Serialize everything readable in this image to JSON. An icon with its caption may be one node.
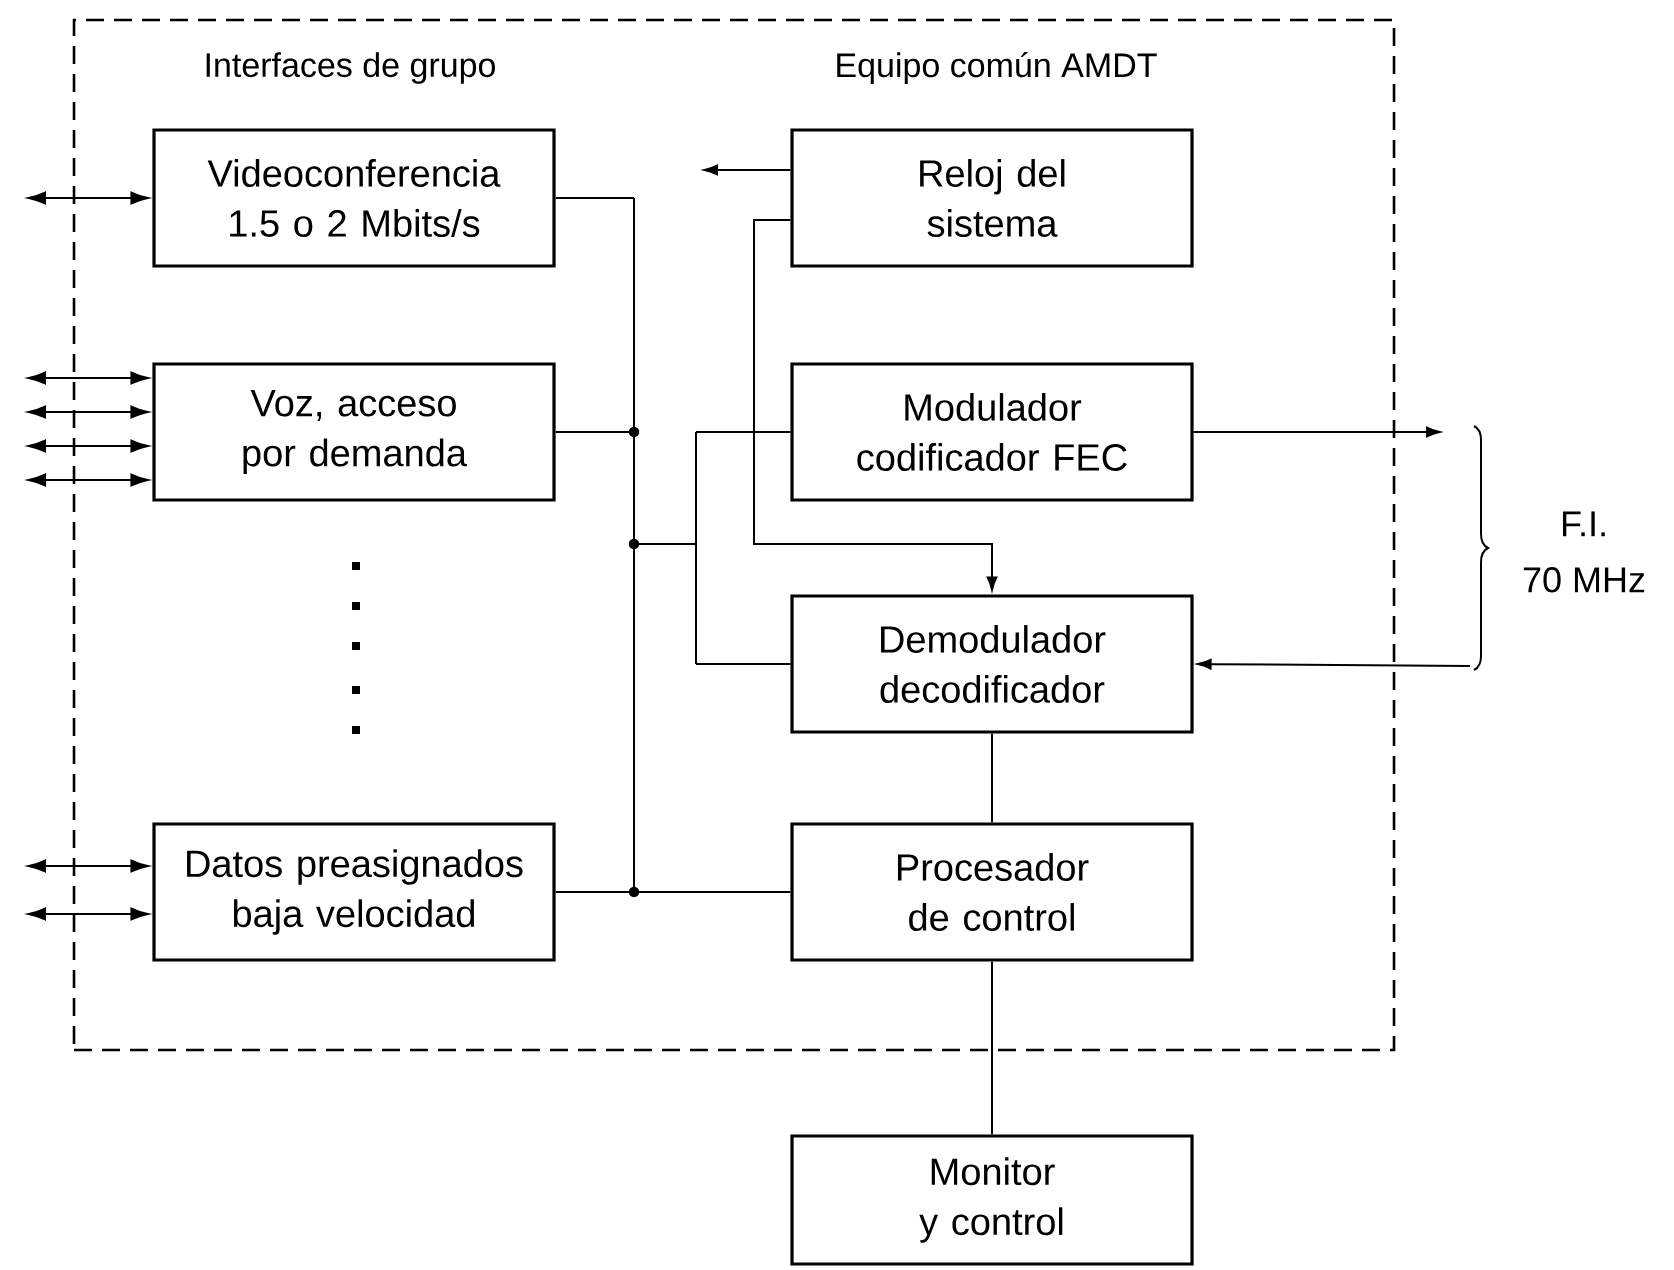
{
  "diagram": {
    "nodes": [
      {
        "text": [
          "Interfaces de grupo",
          "Equipo común AMDT"
        ]
      },
      {
        "text": [
          "Videoconferencia 1.5 o 2 Mbits/s"
        ],
        "in": 0
      },
      {
        "text": [
          "Voz, acceso por demanda"
        ],
        "in": 0
      },
      {
        "text": [
          "Datos preasignados baja velocidad"
        ],
        "in": 0
      },
      {
        "text": [
          "Reloj del sistema"
        ],
        "in": 0
      },
      {
        "text": [
          "Modulador codificador FEC"
        ],
        "in": 0
      },
      {
        "text": [
          "Demodulador decodificador"
        ],
        "in": 0
      },
      {
        "text": [
          "Procesador de control"
        ],
        "in": 0
      },
      {
        "text": [
          "Monitor y control"
        ]
      }
    ],
    "edges": [
      {
        "from": null,
        "to": 1,
        "arrow": "both"
      },
      {
        "from": null,
        "to": 2,
        "arrow": "both"
      },
      {
        "from": null,
        "to": 2,
        "arrow": "both"
      },
      {
        "from": null,
        "to": 2,
        "arrow": "both"
      },
      {
        "from": null,
        "to": 2,
        "arrow": "both"
      },
      {
        "from": null,
        "to": 3,
        "arrow": "both"
      },
      {
        "from": null,
        "to": 3,
        "arrow": "both"
      },
      {
        "from": 1,
        "to": 5,
        "arrow": "none"
      },
      {
        "from": 1,
        "to": 6,
        "arrow": "none"
      },
      {
        "from": 1,
        "to": 7,
        "arrow": "none"
      },
      {
        "from": 2,
        "to": 5,
        "arrow": "none"
      },
      {
        "from": 2,
        "to": 6,
        "arrow": "none"
      },
      {
        "from": 2,
        "to": 7,
        "arrow": "none"
      },
      {
        "from": 3,
        "to": 5,
        "arrow": "none"
      },
      {
        "from": 3,
        "to": 6,
        "arrow": "none"
      },
      {
        "from": 3,
        "to": 7,
        "arrow": "none"
      },
      {
        "from": 4,
        "to": null,
        "arrow": "to"
      },
      {
        "from": 4,
        "to": 6,
        "arrow": "to"
      },
      {
        "from": 5,
        "to": null,
        "arrow": "to"
      },
      {
        "from": null,
        "to": 6,
        "arrow": "to"
      },
      {
        "from": 6,
        "to": 7,
        "arrow": "none"
      },
      {
        "from": 7,
        "to": 8,
        "arrow": "none"
      }
    ],
    "labels": [
      "F.I. 70 MHz"
    ]
  }
}
